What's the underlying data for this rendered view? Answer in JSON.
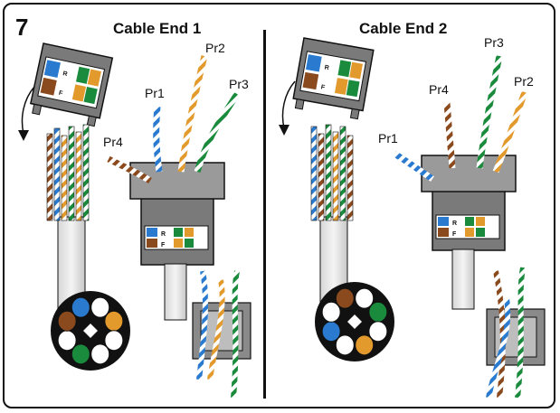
{
  "step_number": "7",
  "panels": [
    {
      "title": "Cable End 1",
      "pair_labels": [
        "Pr1",
        "Pr2",
        "Pr3",
        "Pr4"
      ],
      "connector_letters": [
        "R",
        "F"
      ],
      "cross_section_colors": [
        "#2a7bd0",
        "#ffffff",
        "#e39a2c",
        "#ffffff",
        "#ffffff",
        "#1a8a3c",
        "#ffffff",
        "#8b4a1e"
      ]
    },
    {
      "title": "Cable End 2",
      "pair_labels": [
        "Pr1",
        "Pr4",
        "Pr3",
        "Pr2"
      ],
      "connector_letters": [
        "R",
        "F"
      ],
      "cross_section_colors": [
        "#8b4a1e",
        "#ffffff",
        "#1a8a3c",
        "#ffffff",
        "#e39a2c",
        "#ffffff",
        "#2a7bd0",
        "#ffffff"
      ]
    }
  ],
  "colors": {
    "blue": "#2a7bd0",
    "orange": "#e39a2c",
    "green": "#1a8a3c",
    "brown": "#8b4a1e",
    "housing": "#7a7a7a"
  }
}
